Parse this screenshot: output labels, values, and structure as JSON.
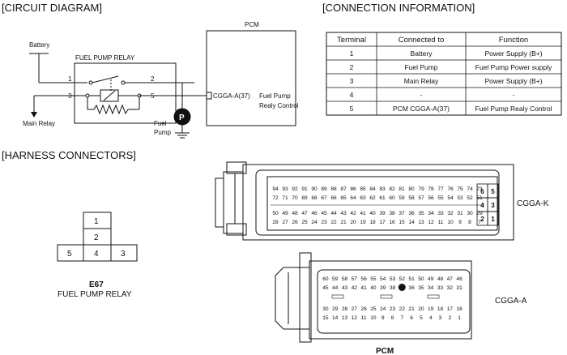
{
  "sections": {
    "circuit": "[CIRCUIT DIAGRAM]",
    "connection": "[CONNECTION INFORMATION]",
    "harness": "[HARNESS CONNECTORS]"
  },
  "circuit": {
    "battery": "Battery",
    "relay_title": "FUEL PUMP RELAY",
    "pin1": "1",
    "pin2": "2",
    "pin3": "3",
    "pin5": "5",
    "main_relay": "Main Relay",
    "fuel": "Fuel",
    "pump": "Pump",
    "pump_symbol": "P",
    "pcm_title": "PCM",
    "pcm_pin": "CGGA-A(37)",
    "pcm_func1": "Fuel Pump",
    "pcm_func2": "Realy Control"
  },
  "table": {
    "headers": [
      "Terminal",
      "Connected to",
      "Function"
    ],
    "rows": [
      [
        "1",
        "Battery",
        "Power Supply (B+)"
      ],
      [
        "2",
        "Fuel Pump",
        "Fuel Pump Power supply"
      ],
      [
        "3",
        "Main Relay",
        "Power Supply (B+)"
      ],
      [
        "4",
        "-",
        "-"
      ],
      [
        "5",
        "PCM CGGA-A(37)",
        "Fuel Pump Realy Control"
      ]
    ]
  },
  "relay_connector": {
    "pins": [
      "1",
      "2",
      "5",
      "4",
      "3"
    ],
    "code": "E67",
    "name": "FUEL PUMP RELAY"
  },
  "cgga_k": {
    "label": "CGGA-K",
    "rows": [
      [
        "94",
        "93",
        "92",
        "91",
        "90",
        "89",
        "88",
        "87",
        "86",
        "85",
        "84",
        "83",
        "82",
        "81",
        "80",
        "79",
        "78",
        "77",
        "76",
        "75",
        "74",
        "73"
      ],
      [
        "72",
        "71",
        "70",
        "69",
        "68",
        "67",
        "66",
        "65",
        "64",
        "63",
        "62",
        "61",
        "60",
        "59",
        "58",
        "57",
        "56",
        "55",
        "54",
        "53",
        "52",
        "51"
      ],
      [
        "50",
        "49",
        "48",
        "47",
        "46",
        "45",
        "44",
        "43",
        "42",
        "41",
        "40",
        "39",
        "38",
        "37",
        "36",
        "35",
        "34",
        "33",
        "32",
        "31",
        "30",
        "29"
      ],
      [
        "28",
        "27",
        "26",
        "25",
        "24",
        "23",
        "22",
        "21",
        "20",
        "19",
        "18",
        "17",
        "16",
        "15",
        "14",
        "13",
        "12",
        "11",
        "10",
        "9",
        "8",
        "7"
      ]
    ],
    "side": [
      [
        "6",
        "5"
      ],
      [
        "4",
        "3"
      ],
      [
        "2",
        "1"
      ]
    ]
  },
  "cgga_a": {
    "label": "CGGA-A",
    "rows": [
      [
        "60",
        "59",
        "58",
        "57",
        "56",
        "55",
        "54",
        "53",
        "52",
        "51",
        "50",
        "49",
        "48",
        "47",
        "46"
      ],
      [
        "45",
        "44",
        "43",
        "42",
        "41",
        "40",
        "39",
        "38",
        "37",
        "36",
        "35",
        "34",
        "33",
        "32",
        "31"
      ],
      [
        "30",
        "29",
        "28",
        "27",
        "26",
        "25",
        "24",
        "23",
        "22",
        "21",
        "20",
        "19",
        "18",
        "17",
        "16"
      ],
      [
        "15",
        "14",
        "13",
        "12",
        "11",
        "10",
        "9",
        "8",
        "7",
        "6",
        "5",
        "4",
        "3",
        "2",
        "1"
      ]
    ],
    "highlight": "37",
    "caption": "PCM"
  }
}
